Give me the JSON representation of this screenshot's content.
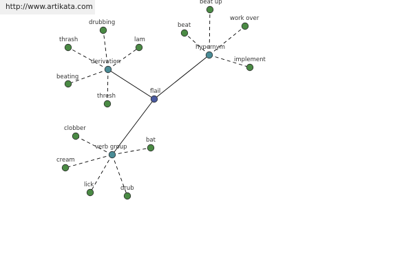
{
  "watermark": "http://www.artikata.com",
  "colors": {
    "center": "#4a5aa0",
    "relation": "#4a8c96",
    "leaf": "#4a8a44",
    "stroke": "#2a2a2a",
    "background": "#ffffff",
    "watermark_bg": "#f0f0f0"
  },
  "graph": {
    "center": {
      "id": "flail",
      "label": "flail"
    },
    "relations": [
      {
        "id": "derivation",
        "label": "derivation",
        "words": [
          "drubbing",
          "thrash",
          "lam",
          "beating",
          "thresh"
        ]
      },
      {
        "id": "hypernym",
        "label": "hypernym",
        "words": [
          "beat up",
          "beat",
          "work over",
          "implement"
        ]
      },
      {
        "id": "verb-group",
        "label": "verb group",
        "words": [
          "clobber",
          "bat",
          "cream",
          "lick",
          "drub"
        ]
      }
    ]
  }
}
